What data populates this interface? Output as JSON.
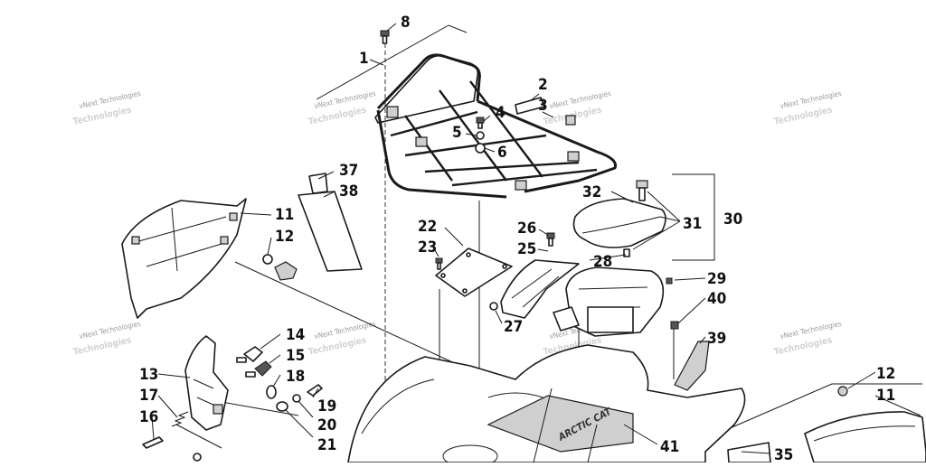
{
  "watermark": {
    "small_text": "vNext Technologies",
    "large_text": "Technologies"
  },
  "brand_decal_text": "ARCTIC CAT",
  "callouts": {
    "c1": "1",
    "c2": "2",
    "c3": "3",
    "c4": "4",
    "c5": "5",
    "c6": "6",
    "c8": "8",
    "c11a": "11",
    "c11b": "11",
    "c12a": "12",
    "c12b": "12",
    "c13": "13",
    "c14": "14",
    "c15": "15",
    "c16": "16",
    "c17": "17",
    "c18": "18",
    "c19": "19",
    "c20": "20",
    "c21": "21",
    "c22": "22",
    "c23": "23",
    "c25": "25",
    "c26": "26",
    "c27": "27",
    "c28": "28",
    "c29": "29",
    "c30": "30",
    "c31": "31",
    "c32": "32",
    "c35": "35",
    "c37": "37",
    "c38": "38",
    "c39": "39",
    "c40": "40",
    "c41": "41"
  }
}
